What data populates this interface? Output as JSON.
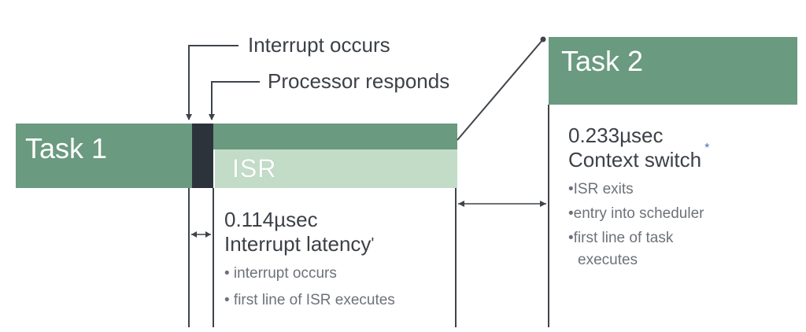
{
  "colors": {
    "task_green": "#6a9a7f",
    "isr_light": "#c3dcc8",
    "processor_dark": "#2d333b",
    "text_dark": "#3c4147",
    "text_gray": "#6d7278",
    "line": "#3f444a",
    "white": "#ffffff"
  },
  "annotations": {
    "interrupt_occurs": "Interrupt occurs",
    "processor_responds": "Processor responds"
  },
  "task1": {
    "label": "Task 1"
  },
  "isr": {
    "label": "ISR"
  },
  "task2": {
    "label": "Task 2"
  },
  "interrupt_latency": {
    "value": "0.114µsec",
    "title": "Interrupt latency",
    "mark": "'",
    "bullets": [
      "• interrupt occurs",
      "• first line of ISR executes"
    ]
  },
  "context_switch": {
    "value": "0.233µsec",
    "title": "Context switch",
    "mark": "*",
    "bullets": [
      "•ISR exits",
      "•entry into scheduler",
      "•first line of task",
      "executes"
    ]
  }
}
